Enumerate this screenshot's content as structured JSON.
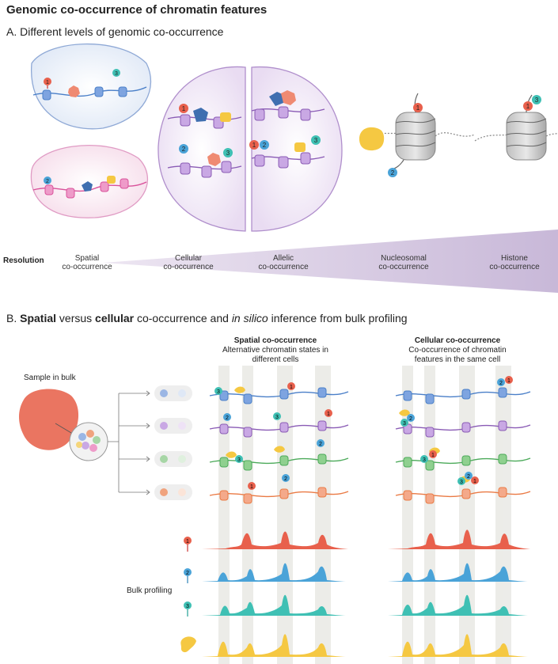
{
  "title": "Genomic co-occurrence of chromatin features",
  "section_a": {
    "label": "A. Different levels of genomic co-occurrence"
  },
  "resolution": {
    "label": "Resolution",
    "items": [
      {
        "line1": "Spatial",
        "line2": "co-occurrence"
      },
      {
        "line1": "Cellular",
        "line2": "co-occurrence"
      },
      {
        "line1": "Allelic",
        "line2": "co-occurrence"
      },
      {
        "line1": "Nucleosomal",
        "line2": "co-occurrence"
      },
      {
        "line1": "Histone",
        "line2": "co-occurrence"
      }
    ]
  },
  "section_b": {
    "prefix": "B. ",
    "spatial": "Spatial",
    "versus": " versus ",
    "cellular": "cellular",
    "mid": " co-occurrence and ",
    "insilico": "in silico",
    "suffix": " inference from bulk profiling"
  },
  "spatial_column": {
    "title": "Spatial co-occurrence",
    "line1": "Alternative chromatin states in",
    "line2": "different cells"
  },
  "cellular_column": {
    "title": "Cellular co-occurrence",
    "line1": "Co-occurrence of chromatin",
    "line2": "features in the same cell"
  },
  "sample_label": "Sample in bulk",
  "bulk_label": "Bulk profiling",
  "marks": {
    "m1": "1",
    "m2": "2",
    "m3": "3"
  },
  "colors": {
    "mark1": "#e8604c",
    "mark2": "#4aa3d8",
    "mark3": "#3fc0b4",
    "protein_yellow": "#f5c842",
    "protein_blue": "#3f6fb0",
    "protein_red": "#ef8a72",
    "strand_blue": "#4a7fc8",
    "strand_pink": "#d9519a",
    "strand_purple": "#8a5bb5",
    "strand_green": "#4caa5a",
    "strand_orange": "#ea7a44"
  }
}
